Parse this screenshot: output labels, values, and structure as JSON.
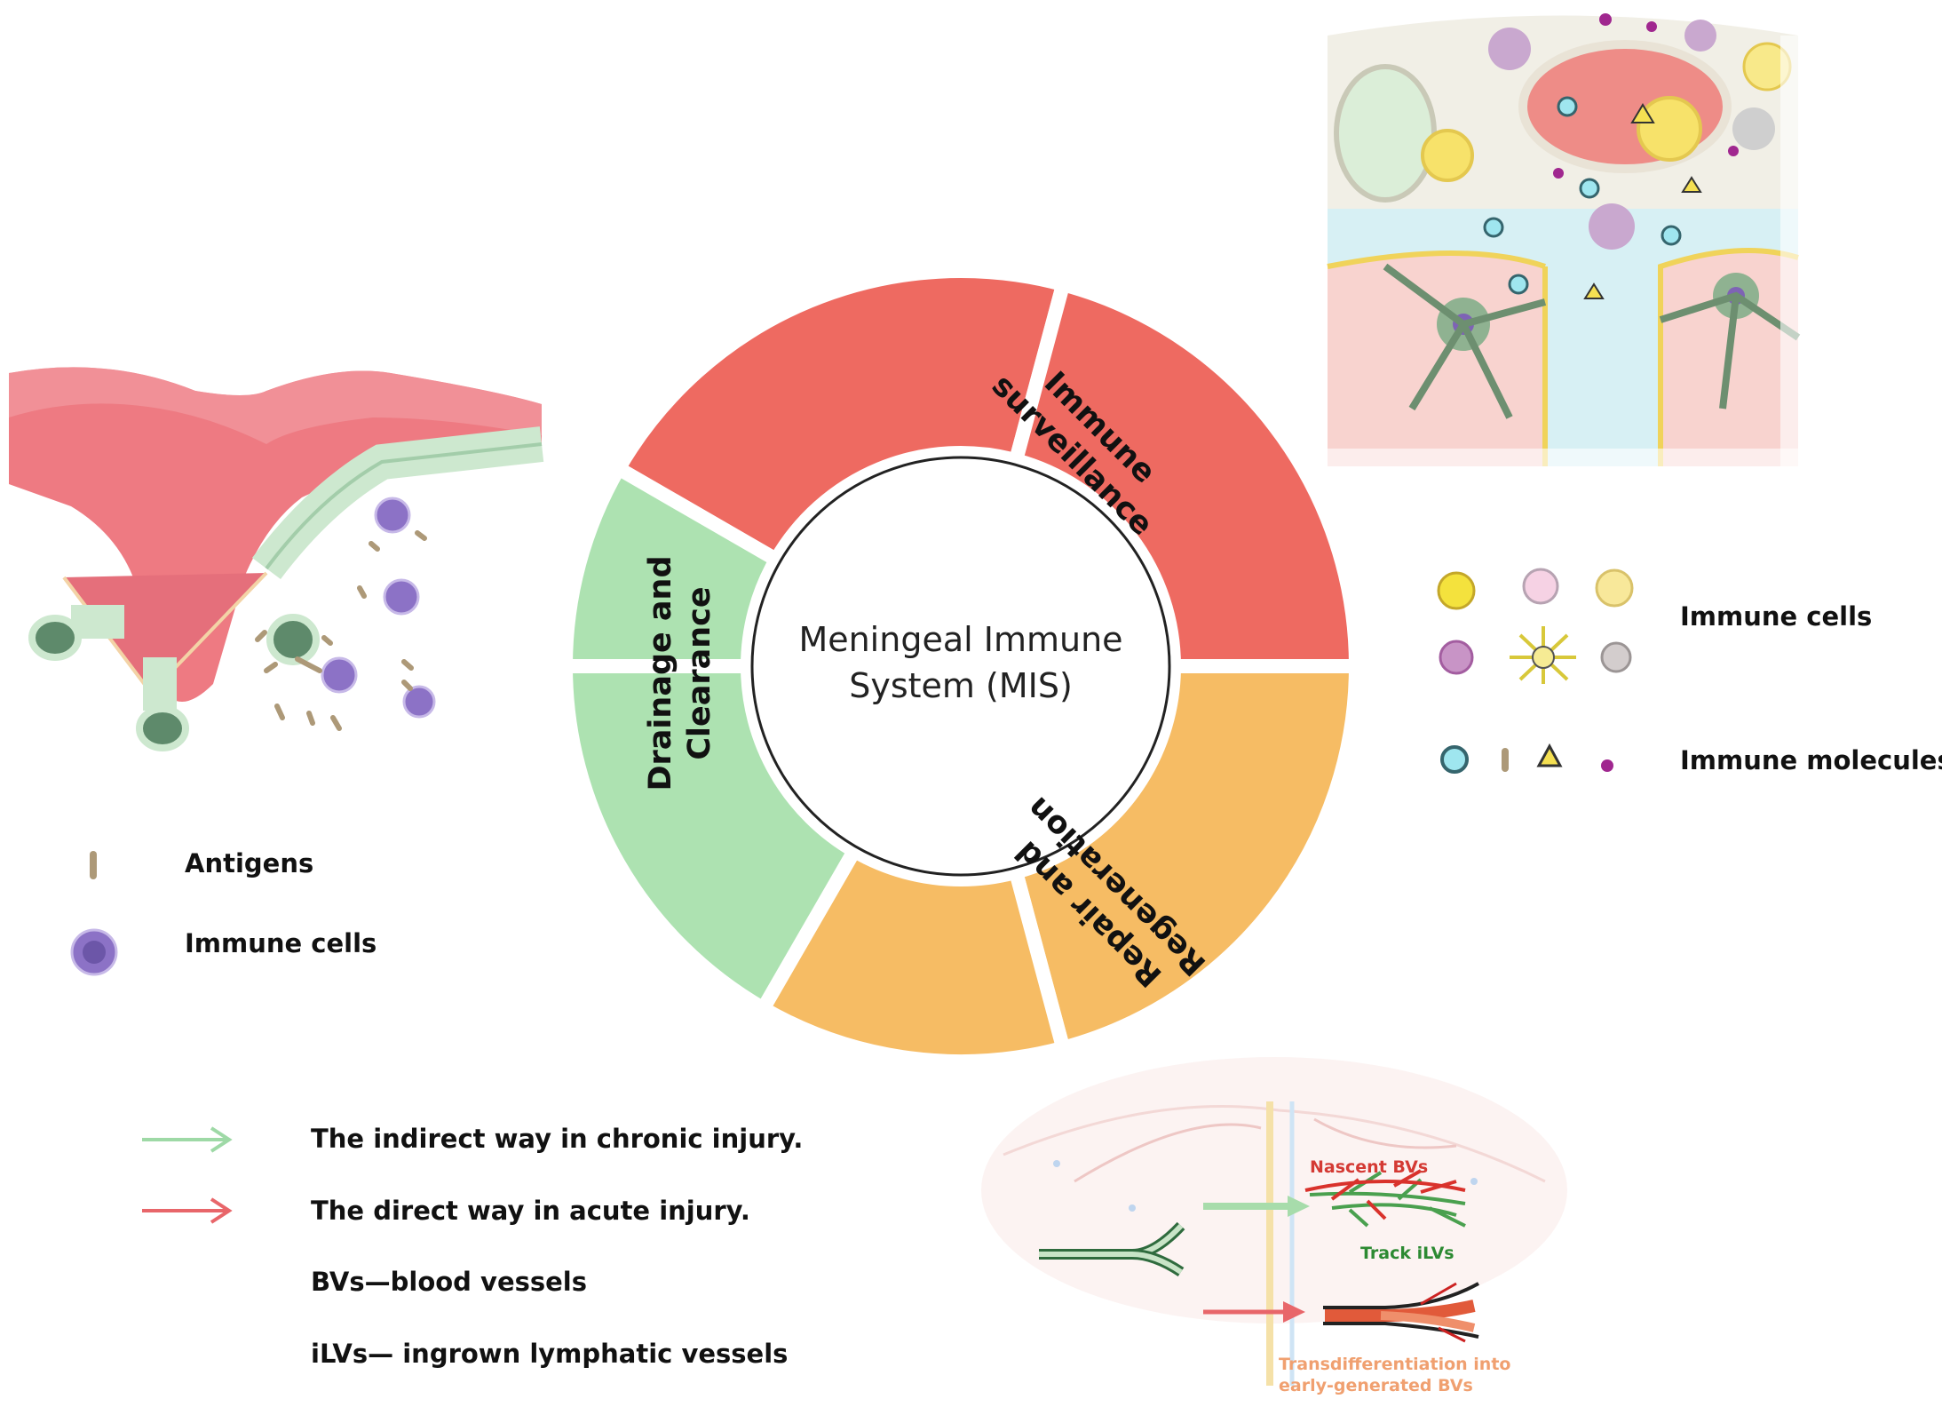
{
  "center": {
    "line1": "Meningeal Immune",
    "line2": "System (MIS)"
  },
  "segments": {
    "surveillance": {
      "line1": "Immune",
      "line2": "surveillance",
      "color": "#ee6a61"
    },
    "drainage": {
      "line1": "Drainage and",
      "line2": "Clearance",
      "color": "#ade2b1"
    },
    "repair": {
      "line1": "Repair and",
      "line2": "Regeneration",
      "color": "#f6bc64"
    }
  },
  "left_legend": {
    "antigens": "Antigens",
    "immune_cells": "Immune cells"
  },
  "right_legend": {
    "immune_cells": "Immune cells",
    "immune_molecules": "Immune molecules"
  },
  "bottom_legend": {
    "indirect": "The indirect way in chronic injury.",
    "direct": "The direct way in acute injury.",
    "bvs": "BVs—blood vessels",
    "ilvs": "iLVs— ingrown lymphatic vessels",
    "indirect_color": "#9ed9a6",
    "direct_color": "#e8666a"
  },
  "vessel_panel": {
    "nascent": "Nascent BVs",
    "track": "Track iLVs",
    "trans1": "Transdifferentiation into",
    "trans2": "early-generated BVs"
  }
}
